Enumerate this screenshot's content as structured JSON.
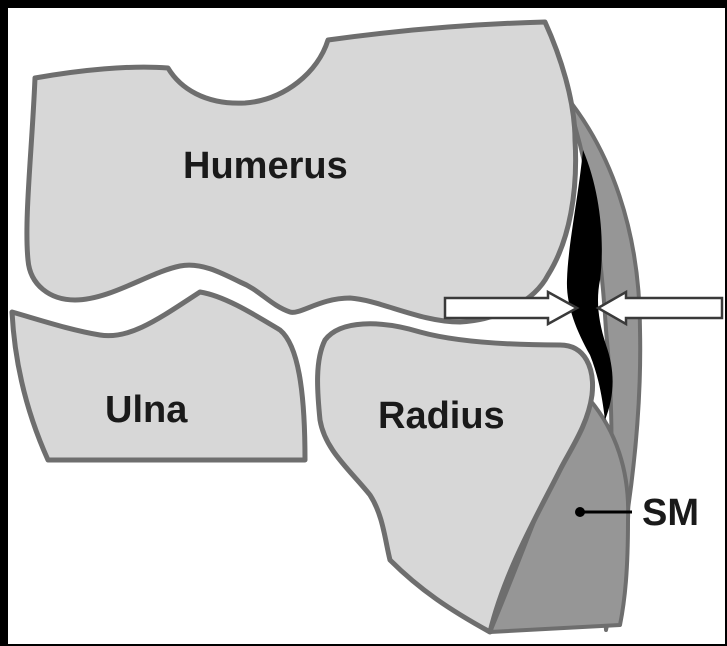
{
  "labels": {
    "humerus": "Humerus",
    "ulna": "Ulna",
    "radius": "Radius",
    "sm": "SM"
  },
  "colors": {
    "background": "#000000",
    "bone_fill": "#d7d7d7",
    "outline": "#6e6e6e",
    "muscle_fill": "#969696",
    "gap_black": "#000000",
    "arrow_fill": "#ffffff"
  }
}
